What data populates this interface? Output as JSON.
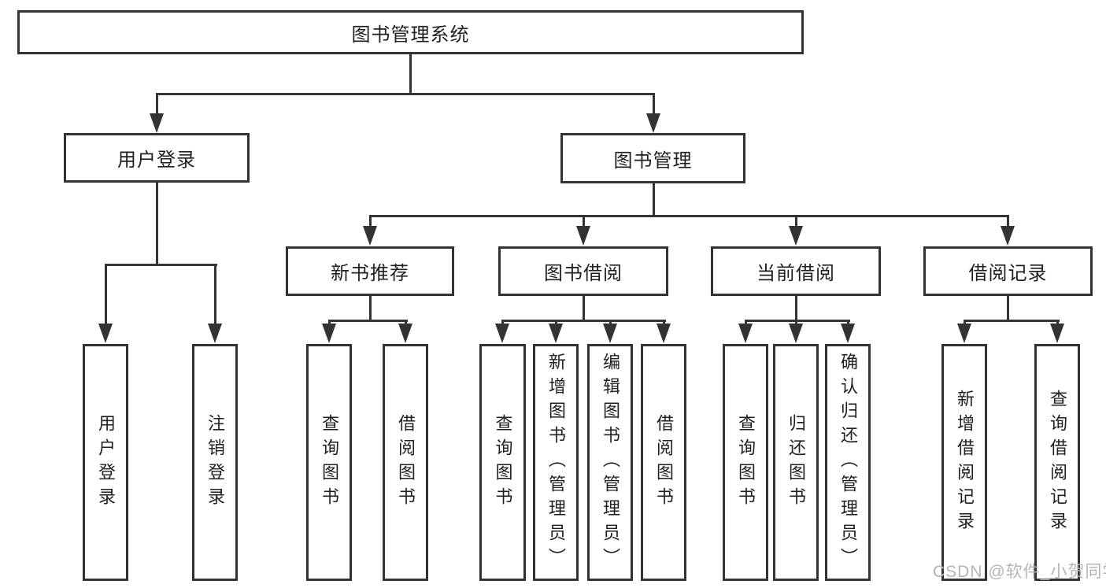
{
  "tree": {
    "label": "图书管理系统",
    "children": [
      {
        "label": "用户登录",
        "children": [
          {
            "label": "用户登录"
          },
          {
            "label": "注销登录"
          }
        ]
      },
      {
        "label": "图书管理",
        "children": [
          {
            "label": "新书推荐",
            "children": [
              {
                "label": "查询图书"
              },
              {
                "label": "借阅图书"
              }
            ]
          },
          {
            "label": "图书借阅",
            "children": [
              {
                "label": "查询图书"
              },
              {
                "label": "新增图书（管理员）"
              },
              {
                "label": "编辑图书（管理员）"
              },
              {
                "label": "借阅图书"
              }
            ]
          },
          {
            "label": "当前借阅",
            "children": [
              {
                "label": "查询图书"
              },
              {
                "label": "归还图书"
              },
              {
                "label": "确认归还（管理员）"
              }
            ]
          },
          {
            "label": "借阅记录",
            "children": [
              {
                "label": "新增借阅记录"
              },
              {
                "label": "查询借阅记录"
              }
            ]
          }
        ]
      }
    ]
  },
  "watermark": {
    "text": "CSDN @软件_小贺同学"
  },
  "colors": {
    "line": "#333333",
    "text": "#1f1f1f",
    "watermark": "#b5b5b5",
    "background": "#ffffff"
  }
}
